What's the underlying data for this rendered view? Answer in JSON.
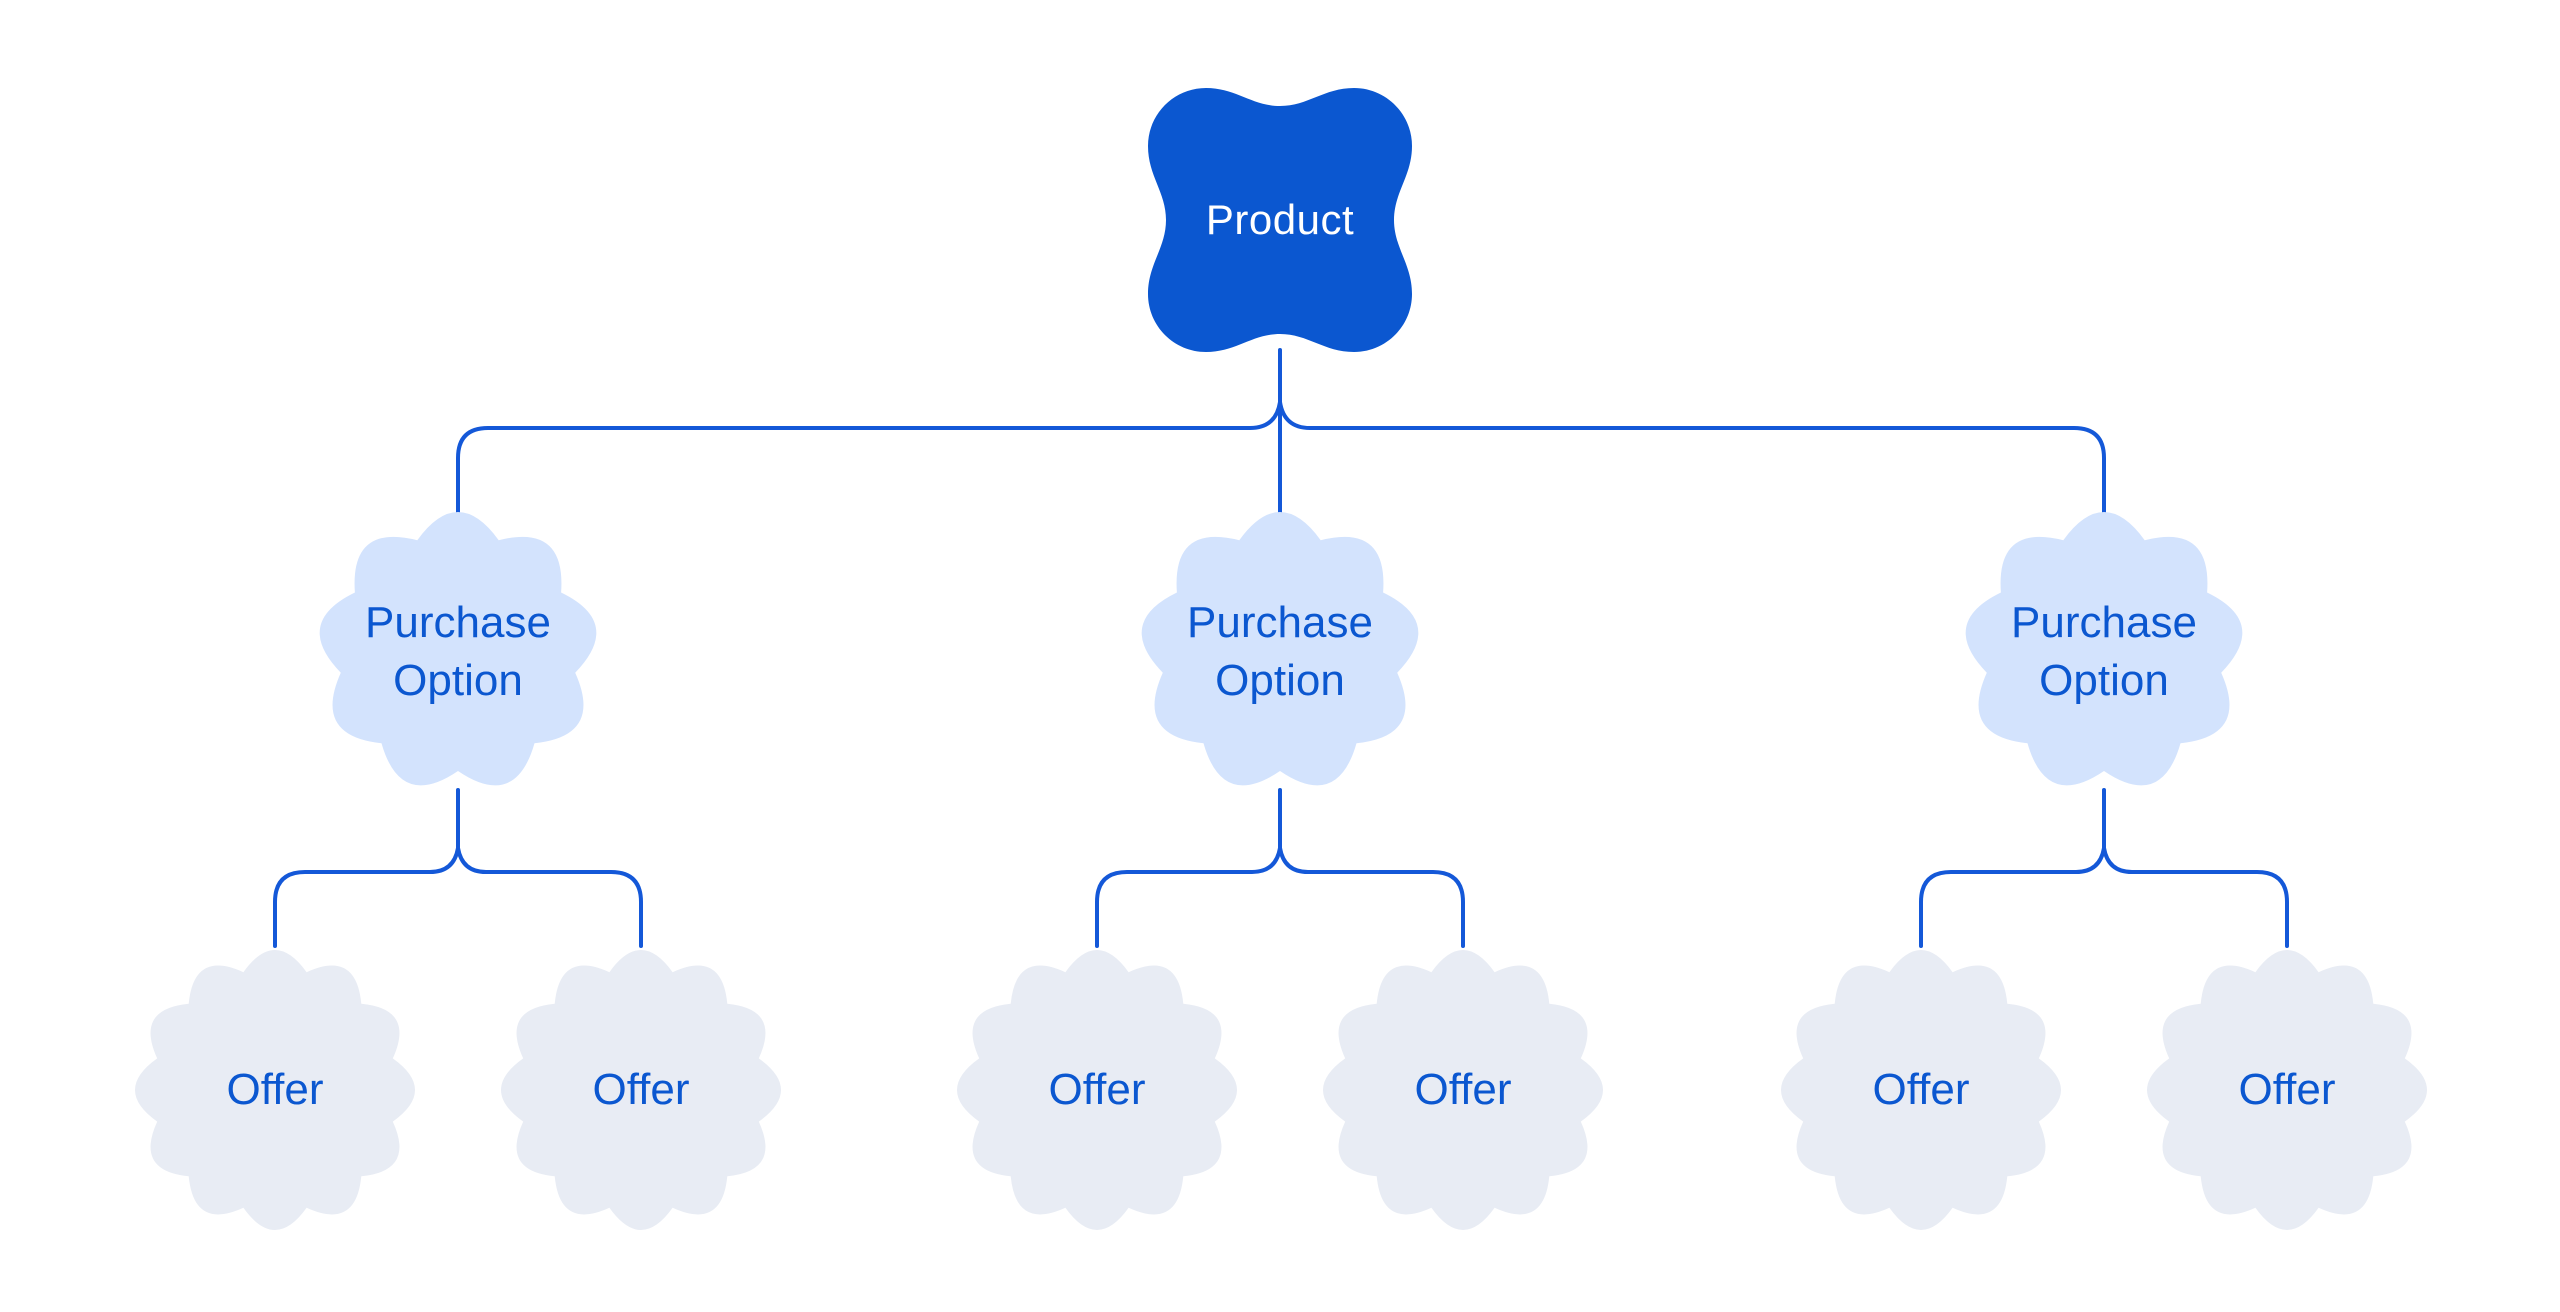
{
  "colors": {
    "background": "#FFFFFF",
    "product_fill": "#0B57D0",
    "product_text": "#FFFFFF",
    "purchase_option_fill": "#D3E3FD",
    "offer_fill": "#E8ECF4",
    "node_text_blue": "#0B57D0",
    "connector_stroke": "#1458D8"
  },
  "tree": {
    "product": {
      "label": "Product"
    },
    "purchase_options": [
      {
        "label": "Purchase Option",
        "label_line1": "Purchase",
        "label_line2": "Option",
        "offers": [
          {
            "label": "Offer"
          },
          {
            "label": "Offer"
          }
        ]
      },
      {
        "label": "Purchase Option",
        "label_line1": "Purchase",
        "label_line2": "Option",
        "offers": [
          {
            "label": "Offer"
          },
          {
            "label": "Offer"
          }
        ]
      },
      {
        "label": "Purchase Option",
        "label_line1": "Purchase",
        "label_line2": "Option",
        "offers": [
          {
            "label": "Offer"
          },
          {
            "label": "Offer"
          }
        ]
      }
    ]
  }
}
